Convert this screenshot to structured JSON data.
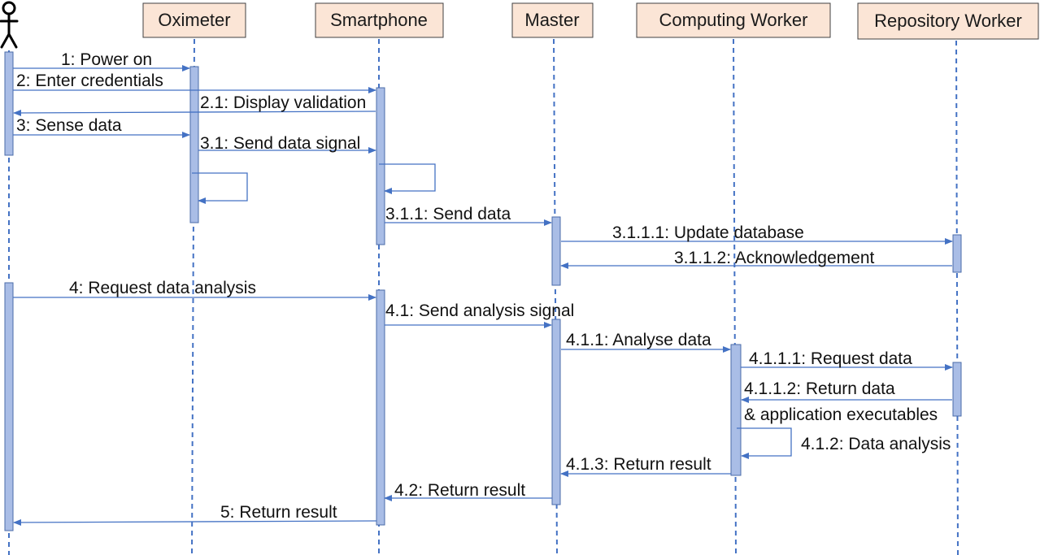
{
  "participants": {
    "oximeter": "Oximeter",
    "smartphone": "Smartphone",
    "master": "Master",
    "computing_worker": "Computing Worker",
    "repository_worker": "Repository Worker"
  },
  "messages": {
    "m1": "1: Power on",
    "m2": "2: Enter credentials",
    "m2_1": "2.1: Display validation",
    "m3": "3: Sense data",
    "m3_1": "3.1: Send data signal",
    "m3_1_1": "3.1.1: Send data",
    "m3_1_1_1": "3.1.1.1: Update database",
    "m3_1_1_2": "3.1.1.2: Acknowledgement",
    "m4": "4: Request data analysis",
    "m4_1": "4.1: Send analysis signal",
    "m4_1_1": "4.1.1: Analyse data",
    "m4_1_1_1": "4.1.1.1: Request data",
    "m4_1_1_2_line1": "4.1.1.2: Return data",
    "m4_1_1_2_line2": "& application executables",
    "m4_1_2": "4.1.2: Data analysis",
    "m4_1_3": "4.1.3: Return result",
    "m4_2": "4.2: Return result",
    "m5": "5: Return result"
  },
  "colors": {
    "actor_box": "#fbe5d6",
    "lifeline": "#4472c4",
    "activation": "#a9bde6"
  }
}
